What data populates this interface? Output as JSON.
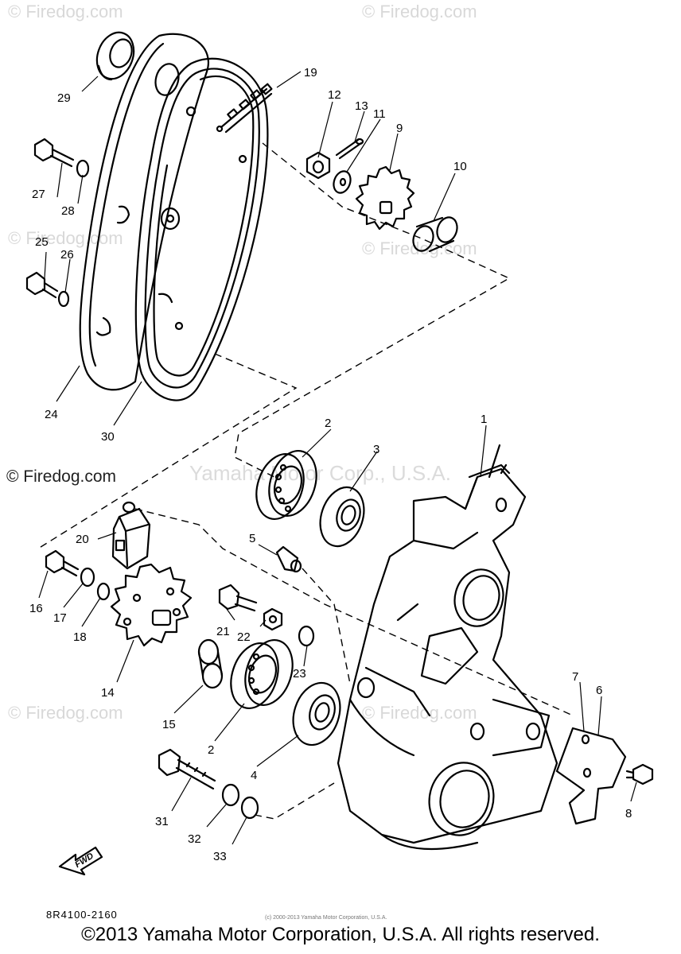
{
  "watermarks": {
    "top_left": "© Firedog.com",
    "top_right": "© Firedog.com",
    "mid_left": "© Firedog.com",
    "mid_right": "© Firedog.com",
    "center": "Yamaha Motor Corp., U.S.A.",
    "low_left": "© Firedog.com",
    "low_right": "© Firedog.com"
  },
  "copyright_left": "© Firedog.com",
  "doc_number": "8R4100-2160",
  "small_print": "(c) 2000-2013 Yamaha Motor Corporation, U.S.A.",
  "footer": "©2013 Yamaha Motor Corporation, U.S.A. All rights reserved.",
  "fwd_label": "FWD",
  "callouts": {
    "c1": "1",
    "c2a": "2",
    "c2b": "2",
    "c3": "3",
    "c4": "4",
    "c5": "5",
    "c6": "6",
    "c7": "7",
    "c8": "8",
    "c9": "9",
    "c10": "10",
    "c11": "11",
    "c12": "12",
    "c13": "13",
    "c14": "14",
    "c15": "15",
    "c16": "16",
    "c17": "17",
    "c18": "18",
    "c19": "19",
    "c20": "20",
    "c21": "21",
    "c22": "22",
    "c23": "23",
    "c24": "24",
    "c25": "25",
    "c26": "26",
    "c27": "27",
    "c28": "28",
    "c29": "29",
    "c30": "30",
    "c31": "31",
    "c32": "32",
    "c33": "33"
  },
  "colors": {
    "ink": "#000000",
    "paper": "#ffffff",
    "watermark": "#b9b9b9"
  }
}
